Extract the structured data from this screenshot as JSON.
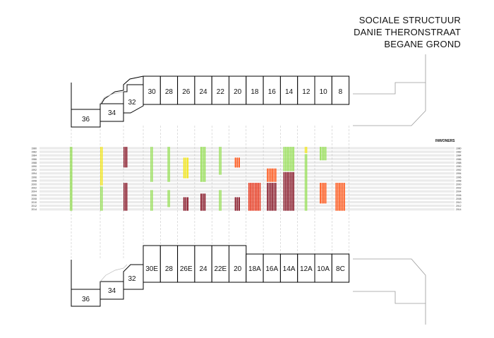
{
  "title": {
    "line1": "SOCIALE STRUCTUUR",
    "line2": "DANIE THERONSTRAAT",
    "line3": "BEGANE GROND"
  },
  "legend_label": "INWONERS",
  "colors": {
    "green": "#99e05a",
    "yellow": "#f2e61e",
    "maroon": "#8a1c2c",
    "orange": "#ff5a1e",
    "red": "#e8391f",
    "band": "#ebebeb",
    "outline": "#000000",
    "ghost": "#9a9a9a"
  },
  "top_houses": [
    "30",
    "28",
    "26",
    "24",
    "22",
    "20",
    "18",
    "16",
    "14",
    "12",
    "10",
    "8"
  ],
  "bottom_houses": [
    "30E",
    "28",
    "26E",
    "24",
    "22E",
    "20",
    "18A",
    "16A",
    "14A",
    "12A",
    "10A",
    "8C"
  ],
  "left_top_units": [
    "36",
    "34",
    "32"
  ],
  "left_bottom_units": [
    "36",
    "34",
    "32"
  ],
  "year_rows": [
    "1980",
    "1982",
    "1984",
    "1986",
    "1988",
    "1990",
    "1992",
    "1994",
    "1996",
    "1998",
    "2000",
    "2002",
    "2004",
    "2006",
    "2008",
    "2010",
    "2012",
    "2014"
  ],
  "occupancy": [
    {
      "house": "36",
      "color": "green",
      "from": 0,
      "to": 17
    },
    {
      "house": "34",
      "color": "yellow",
      "from": 0,
      "to": 10
    },
    {
      "house": "34",
      "color": "green",
      "from": 11,
      "to": 17
    },
    {
      "house": "32",
      "color": "maroon",
      "from": 0,
      "to": 5
    },
    {
      "house": "32",
      "color": "maroon",
      "from": 10,
      "to": 17
    },
    {
      "house": "30",
      "color": "green",
      "from": 0,
      "to": 9
    },
    {
      "house": "30",
      "color": "green",
      "from": 12,
      "to": 17
    },
    {
      "house": "28",
      "color": "green",
      "from": 0,
      "to": 9
    },
    {
      "house": "28",
      "color": "green",
      "from": 12,
      "to": 16
    },
    {
      "house": "26",
      "color": "yellow",
      "from": 3,
      "to": 8
    },
    {
      "house": "26",
      "color": "maroon",
      "from": 14,
      "to": 17
    },
    {
      "house": "24",
      "color": "green",
      "from": 0,
      "to": 9
    },
    {
      "house": "24",
      "color": "maroon",
      "from": 13,
      "to": 17
    },
    {
      "house": "22",
      "color": "green",
      "from": 0,
      "to": 7
    },
    {
      "house": "22",
      "color": "green",
      "from": 12,
      "to": 17
    },
    {
      "house": "20",
      "color": "orange",
      "from": 3,
      "to": 5
    },
    {
      "house": "20",
      "color": "maroon",
      "from": 14,
      "to": 17
    },
    {
      "house": "18",
      "color": "red",
      "from": 10,
      "to": 17
    },
    {
      "house": "16",
      "color": "orange",
      "from": 6,
      "to": 9
    },
    {
      "house": "16",
      "color": "maroon",
      "from": 10,
      "to": 17
    },
    {
      "house": "14",
      "color": "green",
      "from": 0,
      "to": 6
    },
    {
      "house": "14",
      "color": "maroon",
      "from": 7,
      "to": 17
    },
    {
      "house": "12",
      "color": "yellow",
      "from": 0,
      "to": 1
    },
    {
      "house": "12",
      "color": "green",
      "from": 2,
      "to": 17
    },
    {
      "house": "10",
      "color": "green",
      "from": 0,
      "to": 3
    },
    {
      "house": "10",
      "color": "orange",
      "from": 10,
      "to": 15
    },
    {
      "house": "8",
      "color": "orange",
      "from": 10,
      "to": 17
    }
  ]
}
